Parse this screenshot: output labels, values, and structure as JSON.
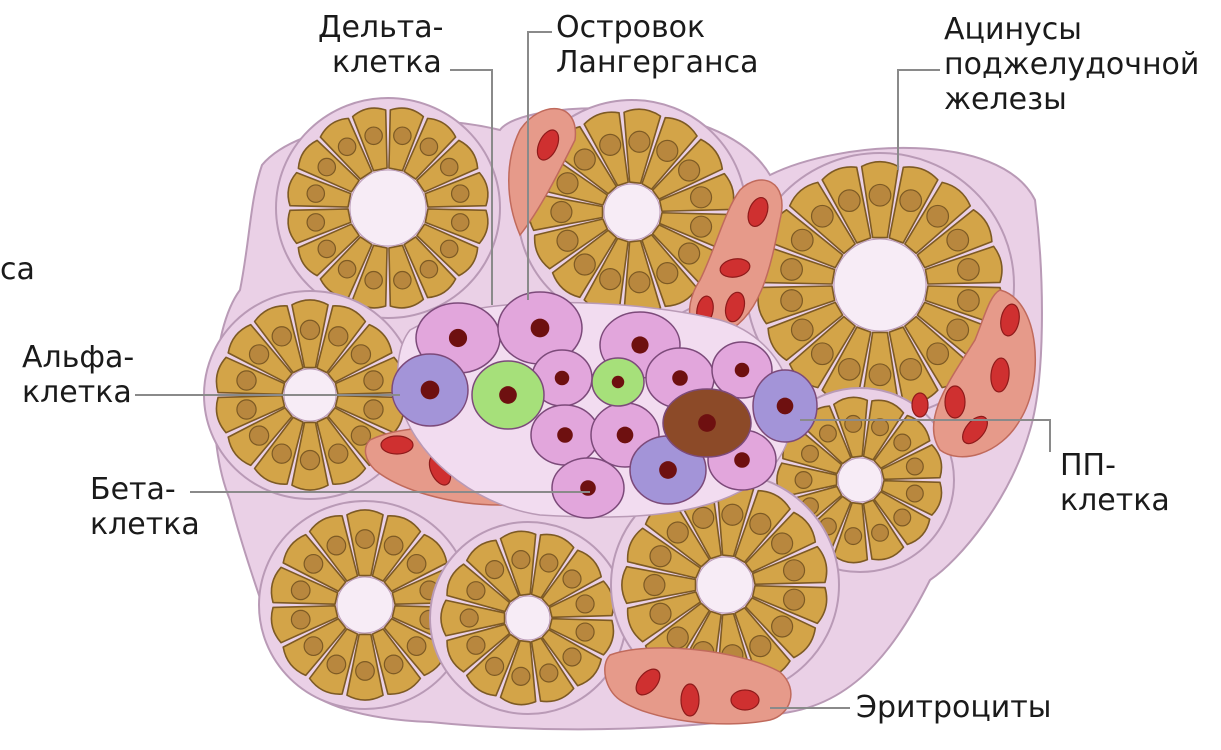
{
  "labels": {
    "delta": [
      "Дельта-",
      "клетка"
    ],
    "islet": [
      "Островок",
      "Лангерганса"
    ],
    "acini": [
      "Ацинусы",
      "поджелудочной",
      "железы"
    ],
    "partial_left": "са",
    "alpha": [
      "Альфа-",
      "клетка"
    ],
    "beta": [
      "Бета-",
      "клетка"
    ],
    "pp": [
      "ПП-",
      "клетка"
    ],
    "erythrocytes": "Эритроциты"
  },
  "colors": {
    "tissue": "#ead0e6",
    "tissue_edge": "#b99ab6",
    "acinar_cell": "#d3a448",
    "acinar_cell_edge": "#7d5a24",
    "acinar_nucleus": "#b8873e",
    "vessel": "#e69a8a",
    "erythrocyte": "#cf3030",
    "alpha_cell": "#a394d8",
    "beta_cell": "#e2a6dc",
    "delta_cell": "#a6e07a",
    "pp_cell": "#8c4a28",
    "nucleus": "#6e1010",
    "leader": "#8a8a8a",
    "text": "#1a1a1a"
  }
}
